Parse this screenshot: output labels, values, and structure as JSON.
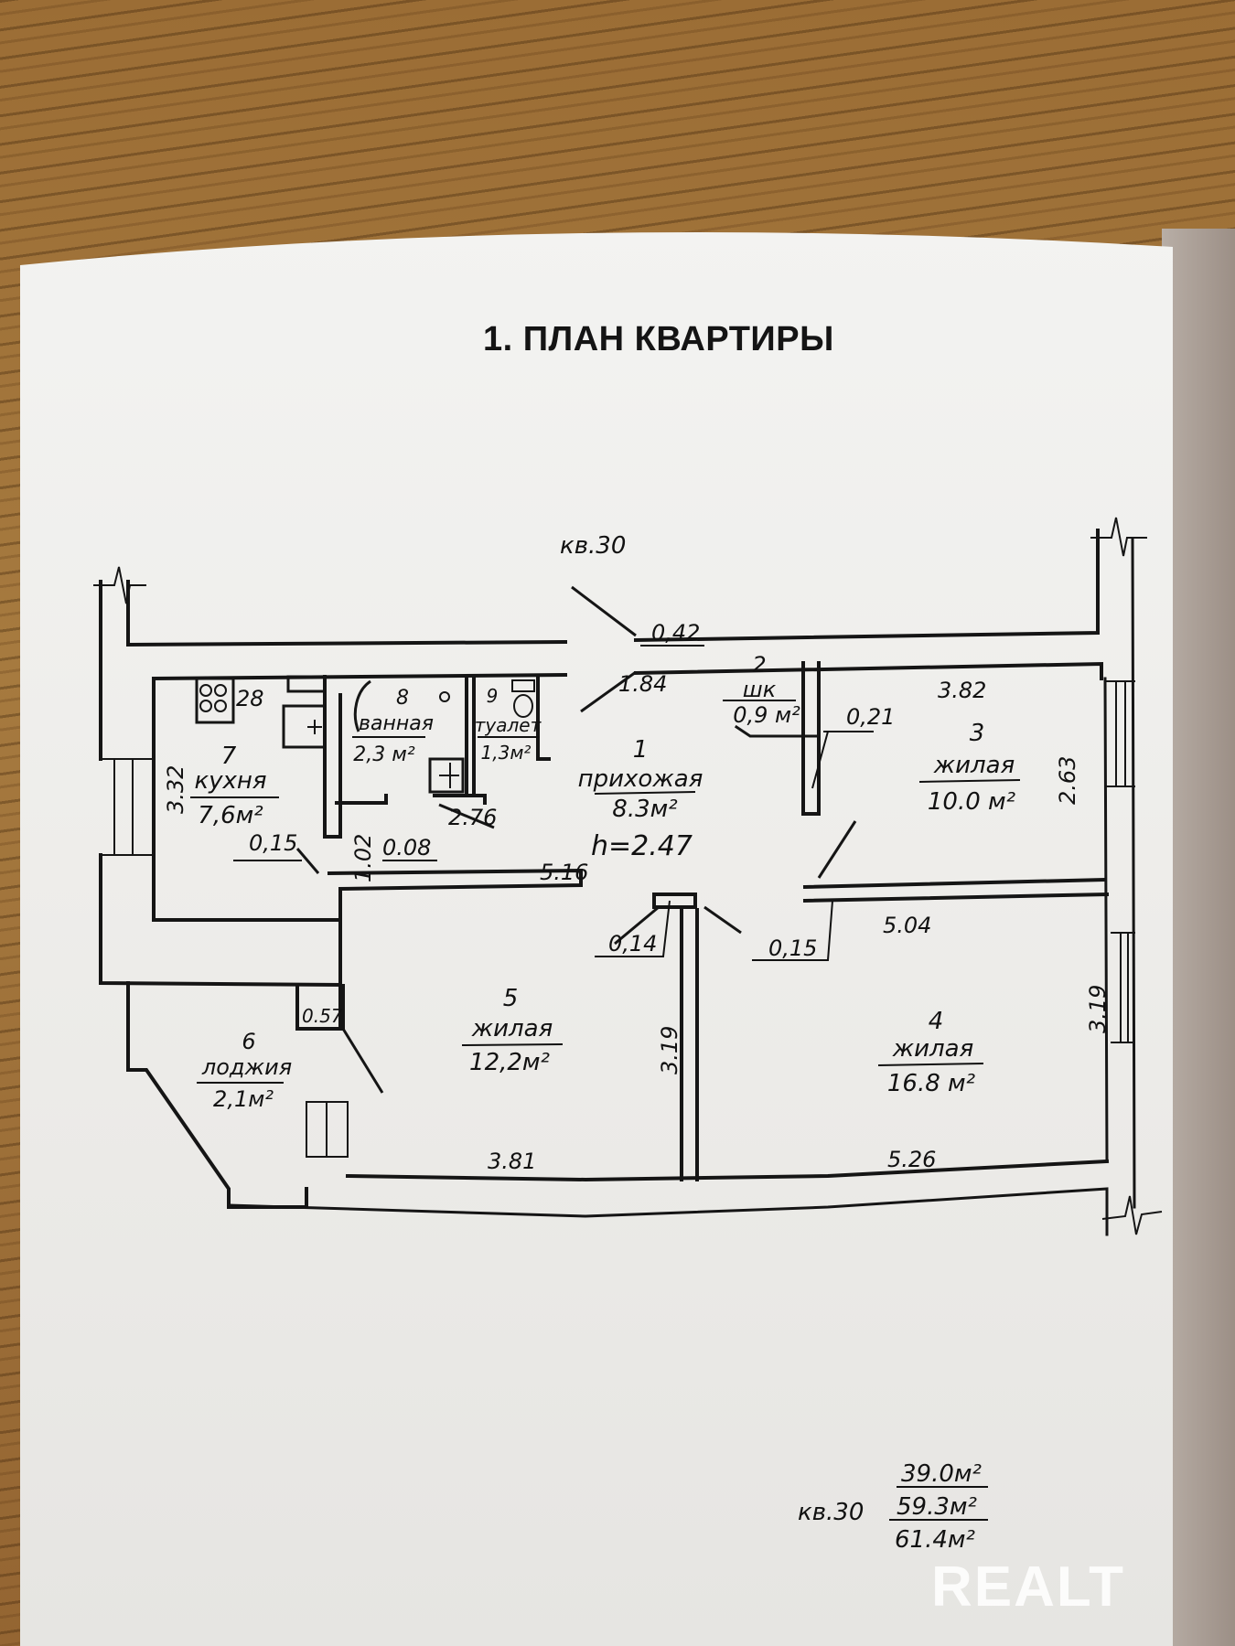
{
  "document": {
    "title": "1. ПЛАН КВАРТИРЫ",
    "apartment_label": "кв.30",
    "ceiling_height": "h=2.47"
  },
  "rooms": [
    {
      "number": "1",
      "name": "прихожая",
      "area": "8.3м²"
    },
    {
      "number": "2",
      "name": "шк",
      "area": "0,9 м²"
    },
    {
      "number": "3",
      "name": "жилая",
      "area": "10.0 м²"
    },
    {
      "number": "4",
      "name": "жилая",
      "area": "16.8 м²"
    },
    {
      "number": "5",
      "name": "жилая",
      "area": "12,2м²"
    },
    {
      "number": "6",
      "name": "лоджия",
      "area": "2,1м²"
    },
    {
      "number": "7",
      "name": "кухня",
      "area": "7,6м²"
    },
    {
      "number": "8",
      "name": "ванная",
      "area": "2,3 м²"
    },
    {
      "number": "9",
      "name": "туалет",
      "area": "1,3м²"
    }
  ],
  "dimensions": {
    "d_042": "0,42",
    "d_184": "1.84",
    "d_382": "3.82",
    "d_021": "0,21",
    "d_263": "2.63",
    "d_028": "28",
    "d_332": "3.32",
    "d_015a": "0,15",
    "d_102": "1.02",
    "d_008": "0.08",
    "d_276": "2.76",
    "d_516": "5.16",
    "d_014": "0,14",
    "d_015b": "0,15",
    "d_504": "5.04",
    "d_057": "0.57",
    "d_319a": "3.19",
    "d_319b": "3.19",
    "d_381": "3.81",
    "d_526": "5.26"
  },
  "summary": {
    "label": "кв.30",
    "living_area": "39.0м²",
    "total_area": "59.3м²",
    "total_with_loggia": "61.4м²"
  },
  "watermark": "REALT"
}
